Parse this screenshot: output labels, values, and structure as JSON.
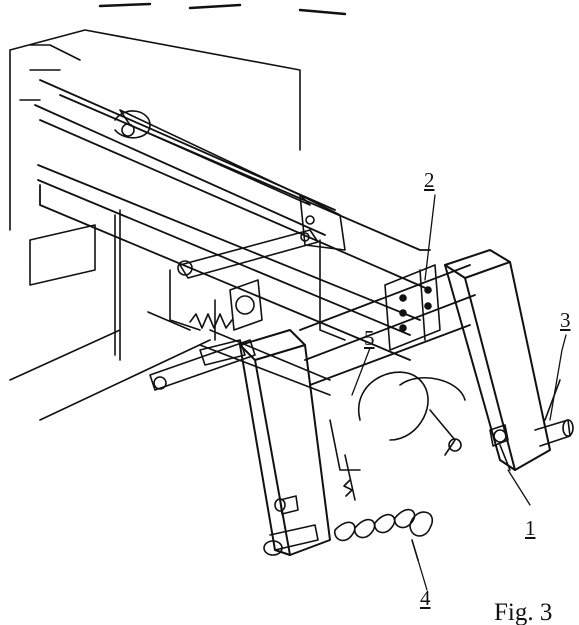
{
  "figure": {
    "caption": "Fig. 3",
    "callouts": [
      "1",
      "2",
      "3",
      "4",
      "5"
    ]
  },
  "colors": {
    "ink": "#111111",
    "paper": "#ffffff"
  }
}
